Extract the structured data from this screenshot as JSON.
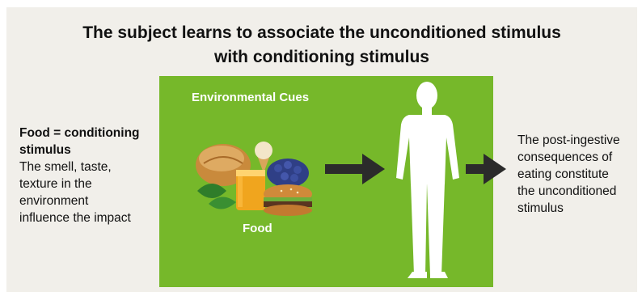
{
  "title": {
    "line1": "The subject learns to associate the unconditioned stimulus",
    "line2": "with conditioning stimulus"
  },
  "left": {
    "heading_line1": "Food = conditioning",
    "heading_line2": "stimulus",
    "body": [
      "The smell, taste,",
      "texture in the",
      "environment",
      "influence the impact"
    ]
  },
  "green_box": {
    "color": "#76b82a",
    "label_top": "Environmental Cues",
    "label_food": "Food"
  },
  "right": {
    "lines": [
      "The post-ingestive",
      "consequences of",
      "eating constitute",
      "the unconditioned",
      "stimulus"
    ]
  },
  "icons": [
    "food-image",
    "arrow-right-icon",
    "person-silhouette-icon",
    "arrow-right-icon"
  ]
}
